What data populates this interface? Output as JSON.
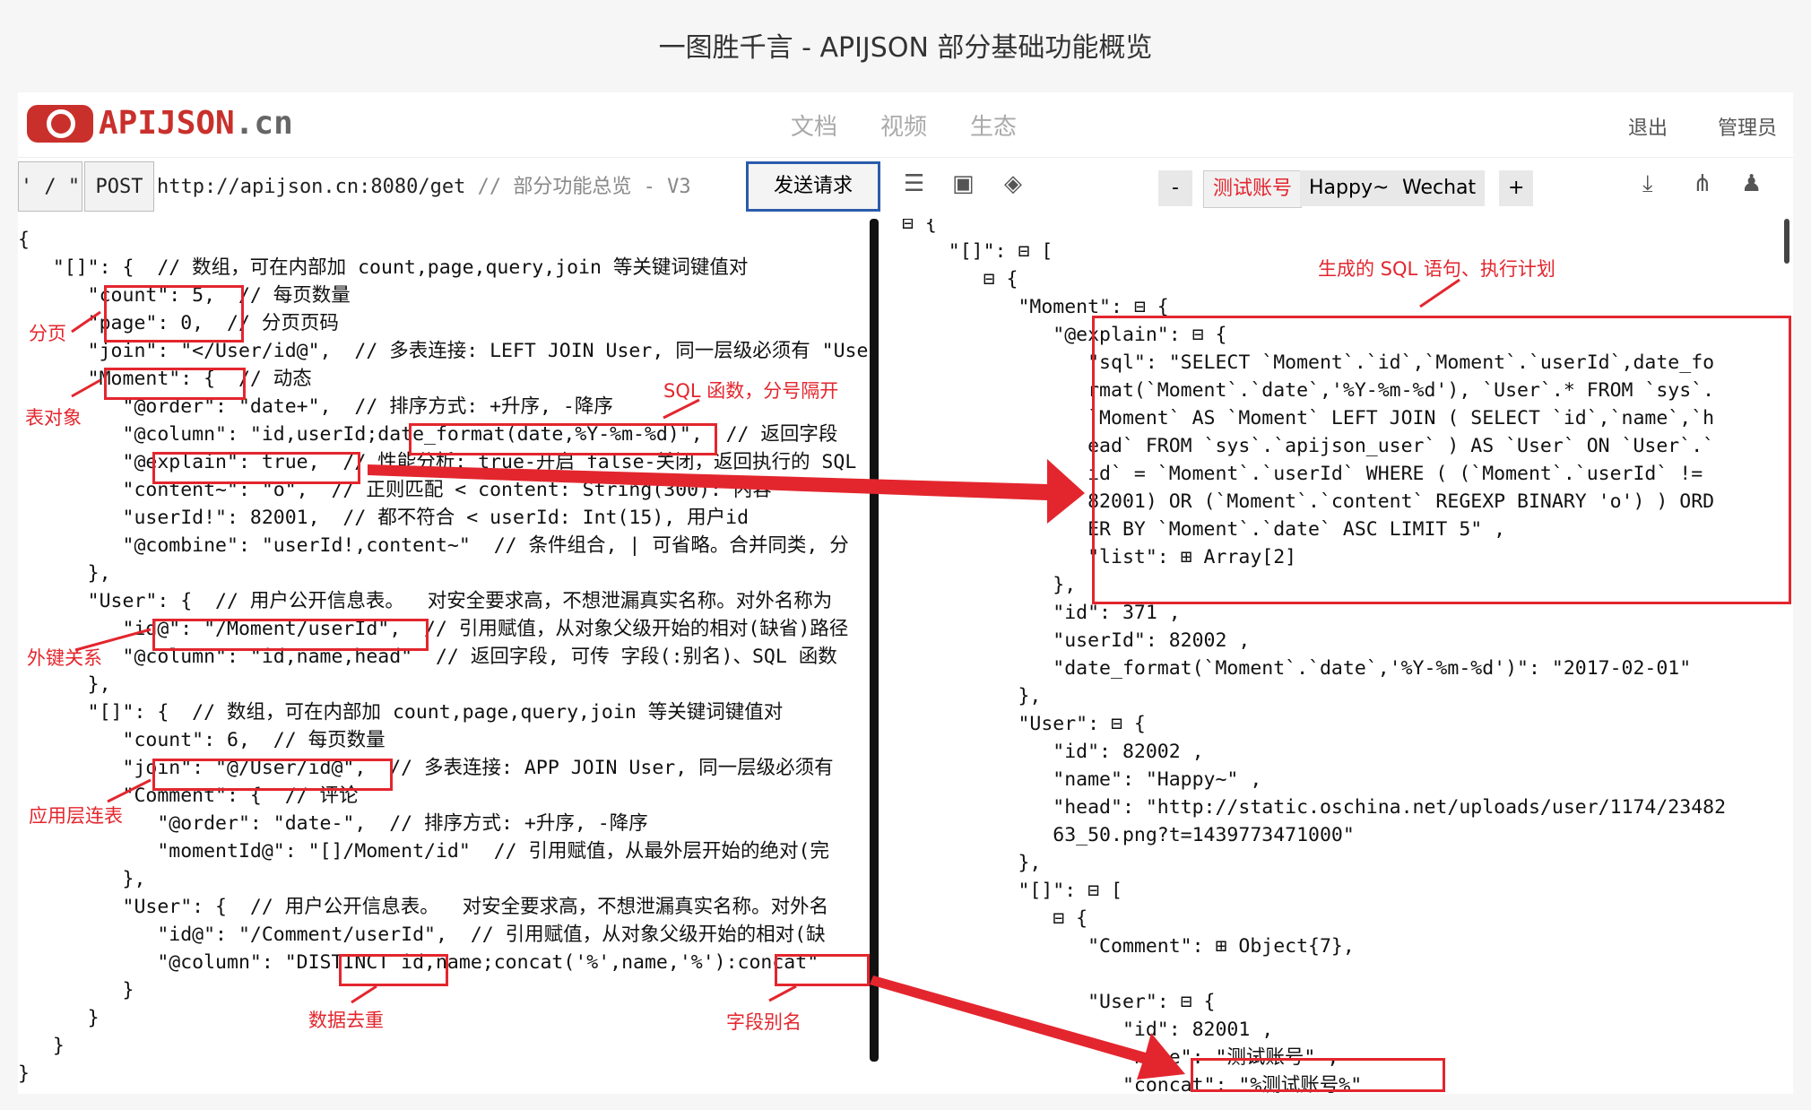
{
  "page_title": "一图胜千言 - APIJSON 部分基础功能概览",
  "header": {
    "logo": "APIJSON",
    "logo_tld": ".cn",
    "nav": [
      "文档",
      "视频",
      "生态"
    ],
    "right": [
      "退出",
      "管理员"
    ]
  },
  "toolbar": {
    "quote_btn": "' / \"",
    "method": "POST",
    "url": "http://apijson.cn:8080/get",
    "url_comment": "// 部分功能总览 - V3",
    "send": "发送请求",
    "minus": "-",
    "plus": "+",
    "accounts": [
      "测试账号",
      "Happy~",
      "Wechat"
    ]
  },
  "icons": [
    "list-icon",
    "save-icon",
    "layers-icon",
    "download-icon",
    "share-icon",
    "shirt-icon"
  ],
  "annotations": {
    "pagination": "分页",
    "table_object": "表对象",
    "sql_function": "SQL 函数，分号隔开",
    "foreign_key": "外键关系",
    "app_join": "应用层连表",
    "distinct": "数据去重",
    "field_alias": "字段别名",
    "sql_plan": "生成的 SQL 语句、执行计划"
  },
  "accent": "#e3262e",
  "brand": "#c9302c",
  "request_code": "{\n   \"[]\": {  // 数组，可在内部加 count,page,query,join 等关键词键值对\n      \"count\": 5,  // 每页数量\n      \"page\": 0,  // 分页页码\n      \"join\": \"</User/id@\",  // 多表连接: LEFT JOIN User, 同一层级必须有 \"User\"\n      \"Moment\": {  // 动态\n         \"@order\": \"date+\",  // 排序方式: +升序, -降序\n         \"@column\": \"id,userId;date_format(date,%Y-%m-%d)\",  // 返回字段\n         \"@explain\": true,  // 性能分析: true-开启 false-关闭，返回执行的 SQL\n         \"content~\": \"o\",  // 正则匹配 < content: String(300): 内容\n         \"userId!\": 82001,  // 都不符合 < userId: Int(15), 用户id\n         \"@combine\": \"userId!,content~\"  // 条件组合, | 可省略。合并同类, 分\n      },\n      \"User\": {  // 用户公开信息表。  对安全要求高，不想泄漏真实名称。对外名称为\n         \"id@\": \"/Moment/userId\",  // 引用赋值，从对象父级开始的相对(缺省)路径\n         \"@column\": \"id,name,head\"  // 返回字段, 可传 字段(:别名)、SQL 函数\n      },\n      \"[]\": {  // 数组，可在内部加 count,page,query,join 等关键词键值对\n         \"count\": 6,  // 每页数量\n         \"join\": \"@/User/id@\",  // 多表连接: APP JOIN User, 同一层级必须有\n         \"Comment\": {  // 评论\n            \"@order\": \"date-\",  // 排序方式: +升序, -降序\n            \"momentId@\": \"[]/Moment/id\"  // 引用赋值，从最外层开始的绝对(完\n         },\n         \"User\": {  // 用户公开信息表。  对安全要求高，不想泄漏真实名称。对外名\n            \"id@\": \"/Comment/userId\",  // 引用赋值，从对象父级开始的相对(缺\n            \"@column\": \"DISTINCT id,name;concat('%',name,'%'):concat\"\n         }\n      }\n   }\n}",
  "response_code": "⊟ {\n    \"[]\": ⊟ [\n       ⊟ {\n          \"Moment\": ⊟ {\n             \"@explain\": ⊟ {\n                \"sql\": \"SELECT `Moment`.`id`,`Moment`.`userId`,date_fo\n                rmat(`Moment`.`date`,'%Y-%m-%d'), `User`.* FROM `sys`.\n                `Moment` AS `Moment` LEFT JOIN ( SELECT `id`,`name`,`h\n                ead` FROM `sys`.`apijson_user` ) AS `User` ON `User`.`\n                id` = `Moment`.`userId` WHERE ( (`Moment`.`userId` !=\n                82001) OR (`Moment`.`content` REGEXP BINARY 'o') ) ORD\n                ER BY `Moment`.`date` ASC LIMIT 5\" ,\n                \"list\": ⊞ Array[2]\n             },\n             \"id\": 371 ,\n             \"userId\": 82002 ,\n             \"date_format(`Moment`.`date`,'%Y-%m-%d')\": \"2017-02-01\"\n          },\n          \"User\": ⊟ {\n             \"id\": 82002 ,\n             \"name\": \"Happy~\" ,\n             \"head\": \"http://static.oschina.net/uploads/user/1174/23482\n             63_50.png?t=1439773471000\"\n          },\n          \"[]\": ⊟ [\n             ⊟ {\n                \"Comment\": ⊞ Object{7},\n\n                \"User\": ⊟ {\n                   \"id\": 82001 ,\n                   \"name\": \"测试账号\" ,\n                   \"concat\": \"%测试账号%\""
}
